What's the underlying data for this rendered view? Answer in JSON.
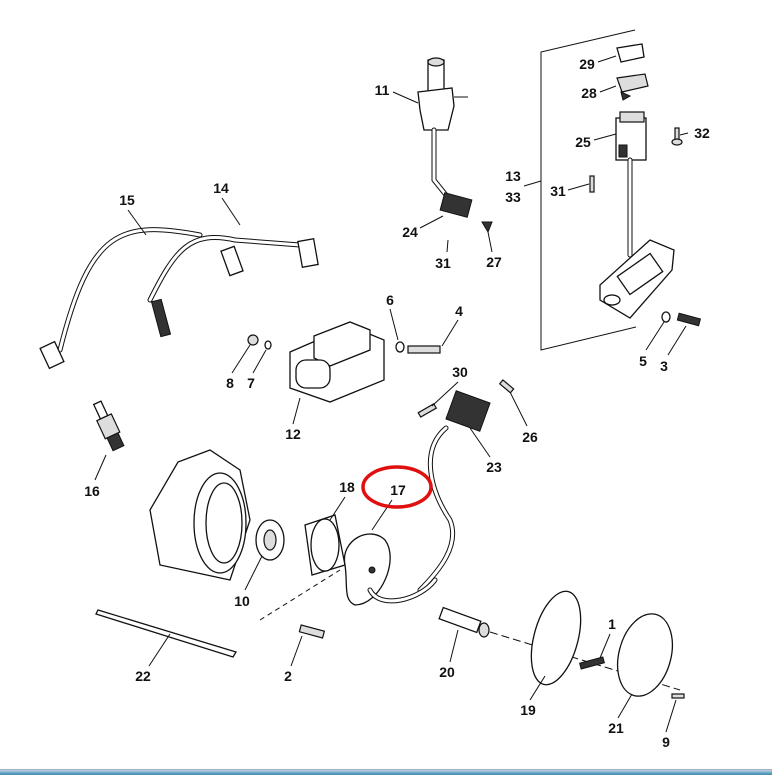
{
  "diagram": {
    "labels": {
      "p1": "1",
      "p2": "2",
      "p3": "3",
      "p4": "4",
      "p5": "5",
      "p6": "6",
      "p7": "7",
      "p8": "8",
      "p9": "9",
      "p10": "10",
      "p11": "11",
      "p12": "12",
      "p13": "13",
      "p14": "14",
      "p15": "15",
      "p16": "16",
      "p17": "17",
      "p18": "18",
      "p19": "19",
      "p20": "20",
      "p21": "21",
      "p22": "22",
      "p23": "23",
      "p24": "24",
      "p25": "25",
      "p26": "26",
      "p27": "27",
      "p28": "28",
      "p29": "29",
      "p30": "30",
      "p31a": "31",
      "p31b": "31",
      "p32": "32",
      "p33": "33"
    },
    "highlight_color": "#e01010",
    "highlighted_part": "17"
  }
}
